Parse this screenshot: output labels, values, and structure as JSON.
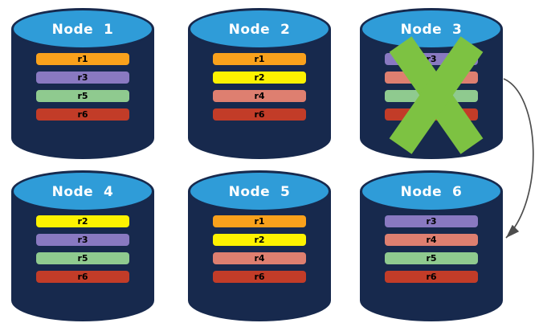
{
  "diagram": {
    "background": "#FFFFFF",
    "colors": {
      "cylinder_body": "#17294D",
      "cylinder_top": "#2F9CD8",
      "failure_x": "#7DC242",
      "arrow": "#4D4D4D",
      "replica_r1": "#F9A11C",
      "replica_r2": "#FDF200",
      "replica_r3": "#8979C1",
      "replica_r4": "#DE7F70",
      "replica_r5": "#8FCA8F",
      "replica_r6": "#C23C28"
    },
    "nodes": [
      {
        "label": "Node  1",
        "failed": false,
        "replicas": [
          {
            "label": "r1",
            "color": "#F9A11C"
          },
          {
            "label": "r3",
            "color": "#8979C1"
          },
          {
            "label": "r5",
            "color": "#8FCA8F"
          },
          {
            "label": "r6",
            "color": "#C23C28"
          }
        ]
      },
      {
        "label": "Node  2",
        "failed": false,
        "replicas": [
          {
            "label": "r1",
            "color": "#F9A11C"
          },
          {
            "label": "r2",
            "color": "#FDF200"
          },
          {
            "label": "r4",
            "color": "#DE7F70"
          },
          {
            "label": "r6",
            "color": "#C23C28"
          }
        ]
      },
      {
        "label": "Node  3",
        "failed": true,
        "replicas": [
          {
            "label": "r3",
            "color": "#8979C1"
          },
          {
            "label": "r4",
            "color": "#DE7F70"
          },
          {
            "label": "r5",
            "color": "#8FCA8F"
          },
          {
            "label": "r6",
            "color": "#C23C28"
          }
        ]
      },
      {
        "label": "Node  4",
        "failed": false,
        "replicas": [
          {
            "label": "r2",
            "color": "#FDF200"
          },
          {
            "label": "r3",
            "color": "#8979C1"
          },
          {
            "label": "r5",
            "color": "#8FCA8F"
          },
          {
            "label": "r6",
            "color": "#C23C28"
          }
        ]
      },
      {
        "label": "Node  5",
        "failed": false,
        "replicas": [
          {
            "label": "r1",
            "color": "#F9A11C"
          },
          {
            "label": "r2",
            "color": "#FDF200"
          },
          {
            "label": "r4",
            "color": "#DE7F70"
          },
          {
            "label": "r6",
            "color": "#C23C28"
          }
        ]
      },
      {
        "label": "Node  6",
        "failed": false,
        "replicas": [
          {
            "label": "r3",
            "color": "#8979C1"
          },
          {
            "label": "r4",
            "color": "#DE7F70"
          },
          {
            "label": "r5",
            "color": "#8FCA8F"
          },
          {
            "label": "r6",
            "color": "#C23C28"
          }
        ]
      }
    ],
    "arrow": {
      "from": "Node 3",
      "to": "Node 6"
    }
  }
}
